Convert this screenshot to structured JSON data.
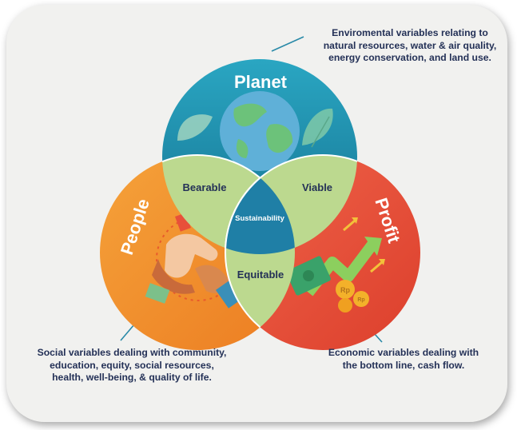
{
  "circles": {
    "planet": {
      "label": "Planet",
      "color": "#1e8fa8",
      "description": [
        "Enviromental variables relating to",
        "natural resources, water & air quality,",
        "energy conservation, and land use."
      ]
    },
    "people": {
      "label": "People",
      "color": "#f0902a",
      "description": [
        "Social variables dealing with community,",
        "education, equity, social resources,",
        "health, well-being, & quality of life."
      ]
    },
    "profit": {
      "label": "Profit",
      "color": "#e8503a",
      "description": [
        "Economic variables dealing with",
        "the bottom line, cash flow."
      ]
    }
  },
  "overlaps": {
    "bearable": "Bearable",
    "viable": "Viable",
    "equitable": "Equitable",
    "center": "Sustainability"
  },
  "icons": {
    "planet": "earth-with-leaves-icon",
    "people": "handshake-icon",
    "profit": "money-growth-icon"
  },
  "coin_label": "Rp",
  "colors": {
    "overlap_green": "#bcd98f",
    "center_blue": "#1f7fa6",
    "text_dark": "#243157",
    "pointer_line": "#2a8aa8"
  }
}
